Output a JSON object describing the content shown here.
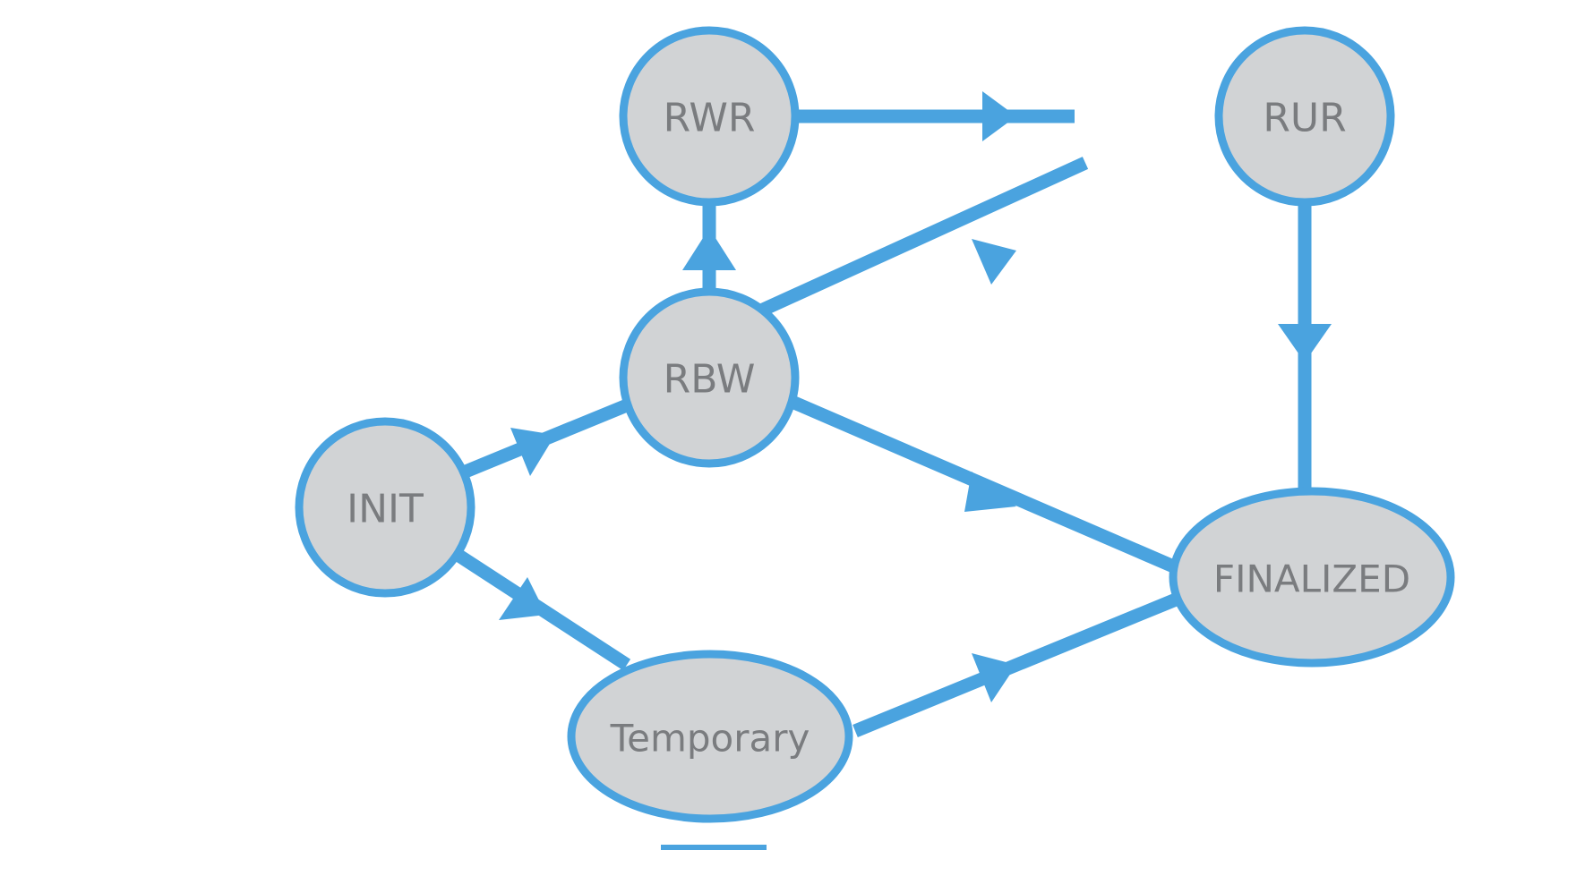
{
  "colors": {
    "edge": "#4aa3df",
    "node_fill": "#d1d3d5",
    "node_stroke": "#4aa3df",
    "label": "#7a7c7f",
    "background": "#ffffff"
  },
  "nodes": {
    "init": {
      "label": "INIT",
      "shape": "circle"
    },
    "rbw": {
      "label": "RBW",
      "shape": "circle"
    },
    "rwr": {
      "label": "RWR",
      "shape": "circle"
    },
    "rur": {
      "label": "RUR",
      "shape": "circle"
    },
    "temporary": {
      "label": "Temporary",
      "shape": "ellipse"
    },
    "finalized": {
      "label": "FINALIZED",
      "shape": "ellipse"
    }
  },
  "edges": [
    {
      "from": "INIT",
      "to": "RBW"
    },
    {
      "from": "INIT",
      "to": "Temporary"
    },
    {
      "from": "RBW",
      "to": "RWR"
    },
    {
      "from": "RBW",
      "to": "RUR"
    },
    {
      "from": "RBW",
      "to": "FINALIZED"
    },
    {
      "from": "RWR",
      "to": "RUR"
    },
    {
      "from": "RUR",
      "to": "FINALIZED"
    },
    {
      "from": "Temporary",
      "to": "FINALIZED"
    }
  ]
}
